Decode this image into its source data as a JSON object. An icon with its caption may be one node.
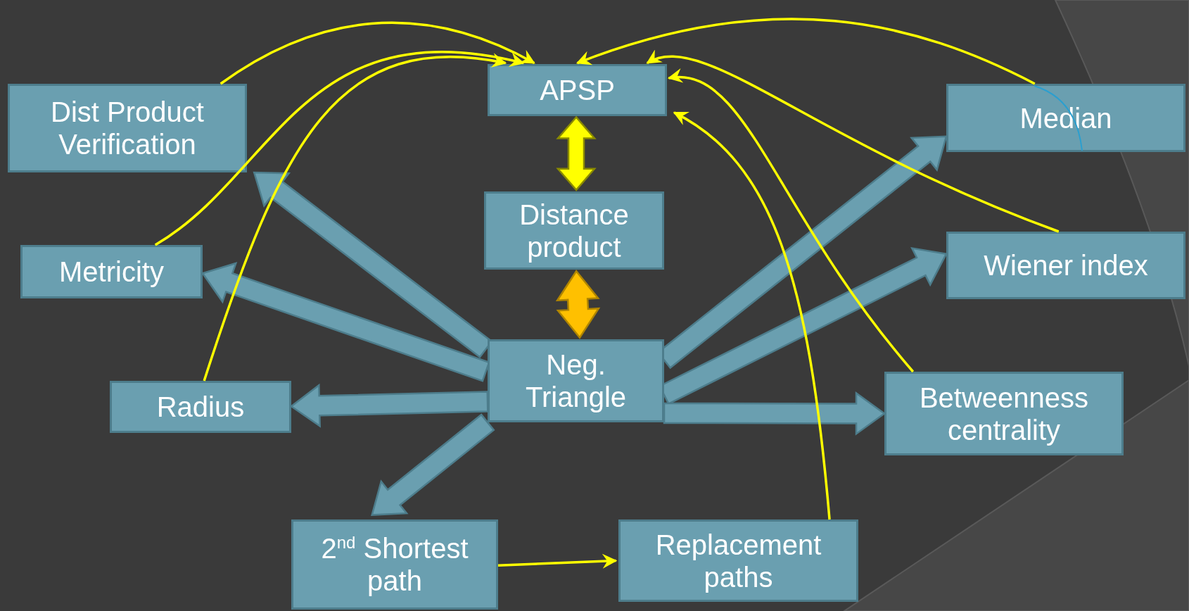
{
  "diagram": {
    "nodes": [
      {
        "text": [
          "APSP"
        ]
      },
      {
        "text": [
          "Dist Product Verification"
        ]
      },
      {
        "text": [
          "Median"
        ]
      },
      {
        "text": [
          "Distance product"
        ]
      },
      {
        "text": [
          "Metricity"
        ]
      },
      {
        "text": [
          "Wiener index"
        ]
      },
      {
        "text": [
          "Neg. Triangle"
        ]
      },
      {
        "text": [
          "Radius"
        ]
      },
      {
        "text": [
          "Betweenness centrality"
        ]
      },
      {
        "text": [
          "2$^{nd}$ Shortest path"
        ]
      },
      {
        "text": [
          "Replacement paths"
        ]
      }
    ],
    "edges": [
      {
        "from": 0,
        "to": 3,
        "arrow": "both",
        "style": "thick"
      },
      {
        "from": 3,
        "to": 6,
        "arrow": "both",
        "style": "thick",
        "color": "#ffc000"
      },
      {
        "from": 6,
        "to": 1,
        "arrow": "to",
        "style": "thick",
        "color": "#6a9fb0"
      },
      {
        "from": 6,
        "to": 4,
        "arrow": "to",
        "style": "thick",
        "color": "#6a9fb0"
      },
      {
        "from": 6,
        "to": 7,
        "arrow": "to",
        "style": "thick",
        "color": "#6a9fb0"
      },
      {
        "from": 6,
        "to": 9,
        "arrow": "to",
        "style": "thick",
        "color": "#6a9fb0"
      },
      {
        "from": 6,
        "to": 2,
        "arrow": "to",
        "style": "thick",
        "color": "#6a9fb0"
      },
      {
        "from": 6,
        "to": 5,
        "arrow": "to",
        "style": "thick",
        "color": "#6a9fb0"
      },
      {
        "from": 6,
        "to": 8,
        "arrow": "to",
        "style": "thick",
        "color": "#6a9fb0"
      },
      {
        "from": 1,
        "to": 0,
        "arrow": "to"
      },
      {
        "from": 4,
        "to": 0,
        "arrow": "to"
      },
      {
        "from": 7,
        "to": 0,
        "arrow": "to"
      },
      {
        "from": 2,
        "to": 0,
        "arrow": "to"
      },
      {
        "from": 5,
        "to": 0,
        "arrow": "to"
      },
      {
        "from": 8,
        "to": 0,
        "arrow": "to"
      },
      {
        "from": 10,
        "to": 0,
        "arrow": "to"
      },
      {
        "from": 9,
        "to": 10,
        "arrow": "to"
      }
    ]
  }
}
